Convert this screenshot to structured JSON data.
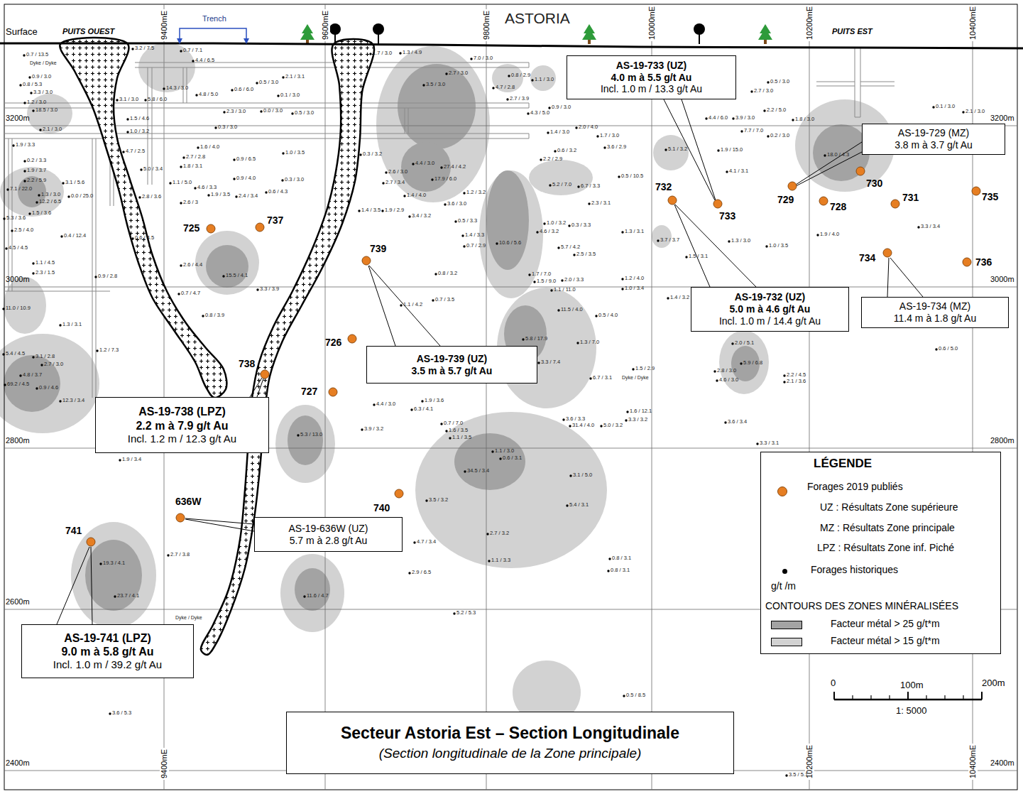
{
  "diagram": {
    "title": "Secteur Astoria Est – Section Longitudinale",
    "caption": "(Section longitudinale de la Zone principale)",
    "nodes": [
      {
        "text": [
          "AS-19-733 (UZ)",
          "4.0 m à 5.5 g/t Au",
          "Incl. 1.0 m / 13.3 g/t Au"
        ]
      },
      {
        "text": [
          "AS-19-729 (MZ)",
          "3.8 m à 3.7 g/t Au"
        ]
      },
      {
        "text": [
          "AS-19-732 (UZ)",
          "5.0 m à 4.6 g/t Au",
          "Incl. 1.0 m / 14.4 g/t Au"
        ]
      },
      {
        "text": [
          "AS-19-734 (MZ)",
          "11.4 m à 1.8 g/t Au"
        ]
      },
      {
        "text": [
          "AS-19-739 (UZ)",
          "3.5 m à 5.7 g/t Au"
        ]
      },
      {
        "text": [
          "AS-19-738 (LPZ)",
          "2.2 m à 7.9 g/t Au",
          "Incl. 1.2 m / 12.3 g/t Au"
        ]
      },
      {
        "text": [
          "AS-19-636W (UZ)",
          "5.7 m à 2.8 g/t Au"
        ]
      },
      {
        "text": [
          "AS-19-741 (LPZ)",
          "9.0 m à 5.8 g/t Au",
          "Incl. 1.0 m / 39.2 g/t Au"
        ]
      }
    ],
    "labels": [
      "Surface",
      "PUITS OUEST",
      "Trench",
      "ASTORIA",
      "PUITS EST",
      "9400mE",
      "9600mE",
      "9800mE",
      "10000mE",
      "10200mE",
      "10400mE",
      "9400mE",
      "10200mE",
      "10400mE",
      "3200m",
      "3200m",
      "3000m",
      "3000m",
      "2800m",
      "2800m",
      "2600m",
      "2400m",
      "2400m",
      "0",
      "100m",
      "200m",
      "1: 5000",
      "Dyke / Dyke",
      "Dyke / Dyke",
      "Dyke / Dyke",
      "725",
      "737",
      "739",
      "726",
      "738",
      "727",
      "740",
      "636W",
      "741",
      "732",
      "733",
      "729",
      "728",
      "730",
      "731",
      "735",
      "734",
      "736",
      "0.7 / 13.5",
      "0.9 / 3.0",
      "0.8 / 5.3",
      "3.3 / 3.0",
      "1.2 / 3.0",
      "18.5 / 3.0",
      "2.1 / 3.0",
      "1.9 / 3.3",
      "0.2 / 3.3",
      "1.9 / 3.7",
      "2.2 / 5.9",
      "7.1 / 22.0",
      "1.3 / 3.0",
      "12.2 / 6.5",
      "1.5 / 3.6",
      "3.1 / 5.6",
      "0.0 / 25.0",
      "0.4 / 12.4",
      "5.3 / 3.6",
      "2.5 / 4.0",
      "4.5 / 4.5",
      "1.1 / 4.5",
      "2.3 / 1.5",
      "0.9 / 2.8",
      "11.0 / 10.9",
      "1.3 / 3.1",
      "1.2 / 7.3",
      "5.4 / 4.5",
      "3.1 / 2.8",
      "2.7 / 3.0",
      "4.8 / 3.7",
      "69.2 / 4.5",
      "0.9 / 4.6",
      "12.3 / 3.4",
      "1.9 / 3.4",
      "3.2 / 7.5",
      "0.7 / 7.1",
      "4.4 / 6.5",
      "14.3 / 3.0",
      "3.1 / 3.0",
      "5.8 / 6.0",
      "1.5 / 4.6",
      "1.0 / 3.2",
      "4.7 / 2.5",
      "5.0 / 3.4",
      "2.8 / 3.6",
      "2.7 / 2.8",
      "1.6 / 4.0",
      "1.8 / 3.1",
      "1.1 / 5.0",
      "2.6 / 3",
      "4.6 / 3.3",
      "1.9 / 3.5",
      "2.4 / 3.4",
      "0.6 / 4.3",
      "0.9 / 4.0",
      "0.3 / 3.0",
      "0.9 / 6.5",
      "1.0 / 3.5",
      "0.6 / 6.0",
      "0.5 / 3.0",
      "2.1 / 3.1",
      "0.1 / 3.0",
      "0.5 / 3.0",
      "2.3 / 3.0",
      "0.0 / 3.0",
      "0.3 / 3.0",
      "4.8 / 5.0",
      "0.6 / 4.5",
      "2.6 / 4.4",
      "15.5 / 4.1",
      "3.3 / 3.9",
      "0.7 / 4.7",
      "0.8 / 3.9",
      "1.7 / 3.0",
      "1.3 / 4.9",
      "7.0 / 3.0",
      "2.7 / 3.0",
      "0.8 / 2.9",
      "4.7 / 2.8",
      "2.7 / 3.9",
      "1.1 / 3.0",
      "0.9 / 3.0",
      "4.3 / 5.0",
      "3.5 / 3.0",
      "1.4 / 3.5",
      "1.9 / 2.9",
      "3.4 / 3.2",
      "0.3 / 3.2",
      "2.7 / 3.4",
      "2.6 / 3.0",
      "1.4 / 4.0",
      "4.4 / 3.0",
      "27.4 / 4.2",
      "17.9 / 6.0",
      "3.6 / 3.0",
      "1.2 / 3.2",
      "0.5 / 3.3",
      "1.4 / 3.3",
      "0.7 / 2.9",
      "0.8 / 3.2",
      "1.1 / 4.2",
      "0.7 / 3.5",
      "1.9 / 3.6",
      "4.4 / 3.0",
      "6.3 / 4.1",
      "0.7 / 7.0",
      "1.6 / 3.5",
      "1.1 / 3.5",
      "3.9 / 3.2",
      "5.3 / 13.0",
      "1.1 / 3.0",
      "0.6 / 3.1",
      "34.5 / 3.4",
      "3.5 / 3.2",
      "2.7 / 3.2",
      "4.7 / 3.4",
      "1.1 / 3.3",
      "2.9 / 6.5",
      "11.6 / 4.7",
      "5.2 / 5.3",
      "3.6 / 5.3",
      "19.3 / 4.1",
      "23.7 / 4.1",
      "2.7 / 3.8",
      "10.6 / 5.6",
      "4.6 / 3.2",
      "1.0 / 3.2",
      "0.3 / 3.3",
      "2.3 / 3.1",
      "5.2 / 7.0",
      "6.7 / 3.3",
      "2.2 / 2.9",
      "0.6 / 3.2",
      "1.4 / 3.0",
      "2.0 / 4.0",
      "1.7 / 3.0",
      "3.6 / 2.9",
      "0.5 / 10.5",
      "1.3 / 3.1",
      "1.2 / 4.0",
      "1.0 / 3.4",
      "1.4 / 3.2",
      "3.7 / 3.7",
      "5.1 / 3.2",
      "2.5 / 3.5",
      "5.7 / 4.2",
      "1.7 / 7.0",
      "1.5 / 9.0",
      "2.0 / 3.3",
      "1.1 / 11.0",
      "11.5 / 4.0",
      "0.5 / 4.0",
      "5.8 / 17.9",
      "1.3 / 7.0",
      "3.3 / 7.4",
      "6.7 / 3.1",
      "1.5 / 2.9",
      "1.6 / 12.1",
      "3.3 / 3.2",
      "3.6 / 3.3",
      "31.4 / 4.0",
      "5.0 / 3.2",
      "3.1 / 5.0",
      "5.4 / 3.1",
      "0.8 / 3.1",
      "0.8 / 3.1",
      "0.5 / 8.5",
      "3.5 / 5.1",
      "0.5 / 3.0",
      "2.7 / 3.0",
      "2.2 / 5.0",
      "1.8 / 3.0",
      "0.1 / 3.0",
      "2.1 / 3.0",
      "4.4 / 6.0",
      "3.9 / 3.0",
      "7.7 / 7.0",
      "0.2 / 3.0",
      "1.9 / 15.0",
      "4.1 / 3.1",
      "18.0 / 4.3",
      "1.9 / 4.0",
      "3.3 / 3.4",
      "1.3 / 3.0",
      "1.0 / 3.5",
      "1.5 / 3.1",
      "2.0 / 5.1",
      "5.9 / 6.8",
      "2.8 / 3.0",
      "4.6 / 3.0",
      "2.2 / 4.5",
      "2.1 / 3.6",
      "3.6 / 3.4",
      "3.3 / 3.1",
      "0.6 / 5.0"
    ],
    "legend": [
      {
        "text": "LÉGENDE"
      },
      {
        "text": "Forages 2019 publiés",
        "color": "#e67e22"
      },
      {
        "text": "UZ : Résultats Zone supérieure"
      },
      {
        "text": "MZ : Résultats Zone principale"
      },
      {
        "text": "LPZ : Résultats Zone inf. Piché"
      },
      {
        "text": "Forages historiques",
        "color": "#000000"
      },
      {
        "text": "g/t /m"
      },
      {
        "text": "CONTOURS DES ZONES MINÉRALISÉES"
      },
      {
        "text": "Facteur métal > 25 g/t*m",
        "color": "#a3a3a3"
      },
      {
        "text": "Facteur métal > 15 g/t*m",
        "color": "#d2d2d2"
      }
    ]
  }
}
